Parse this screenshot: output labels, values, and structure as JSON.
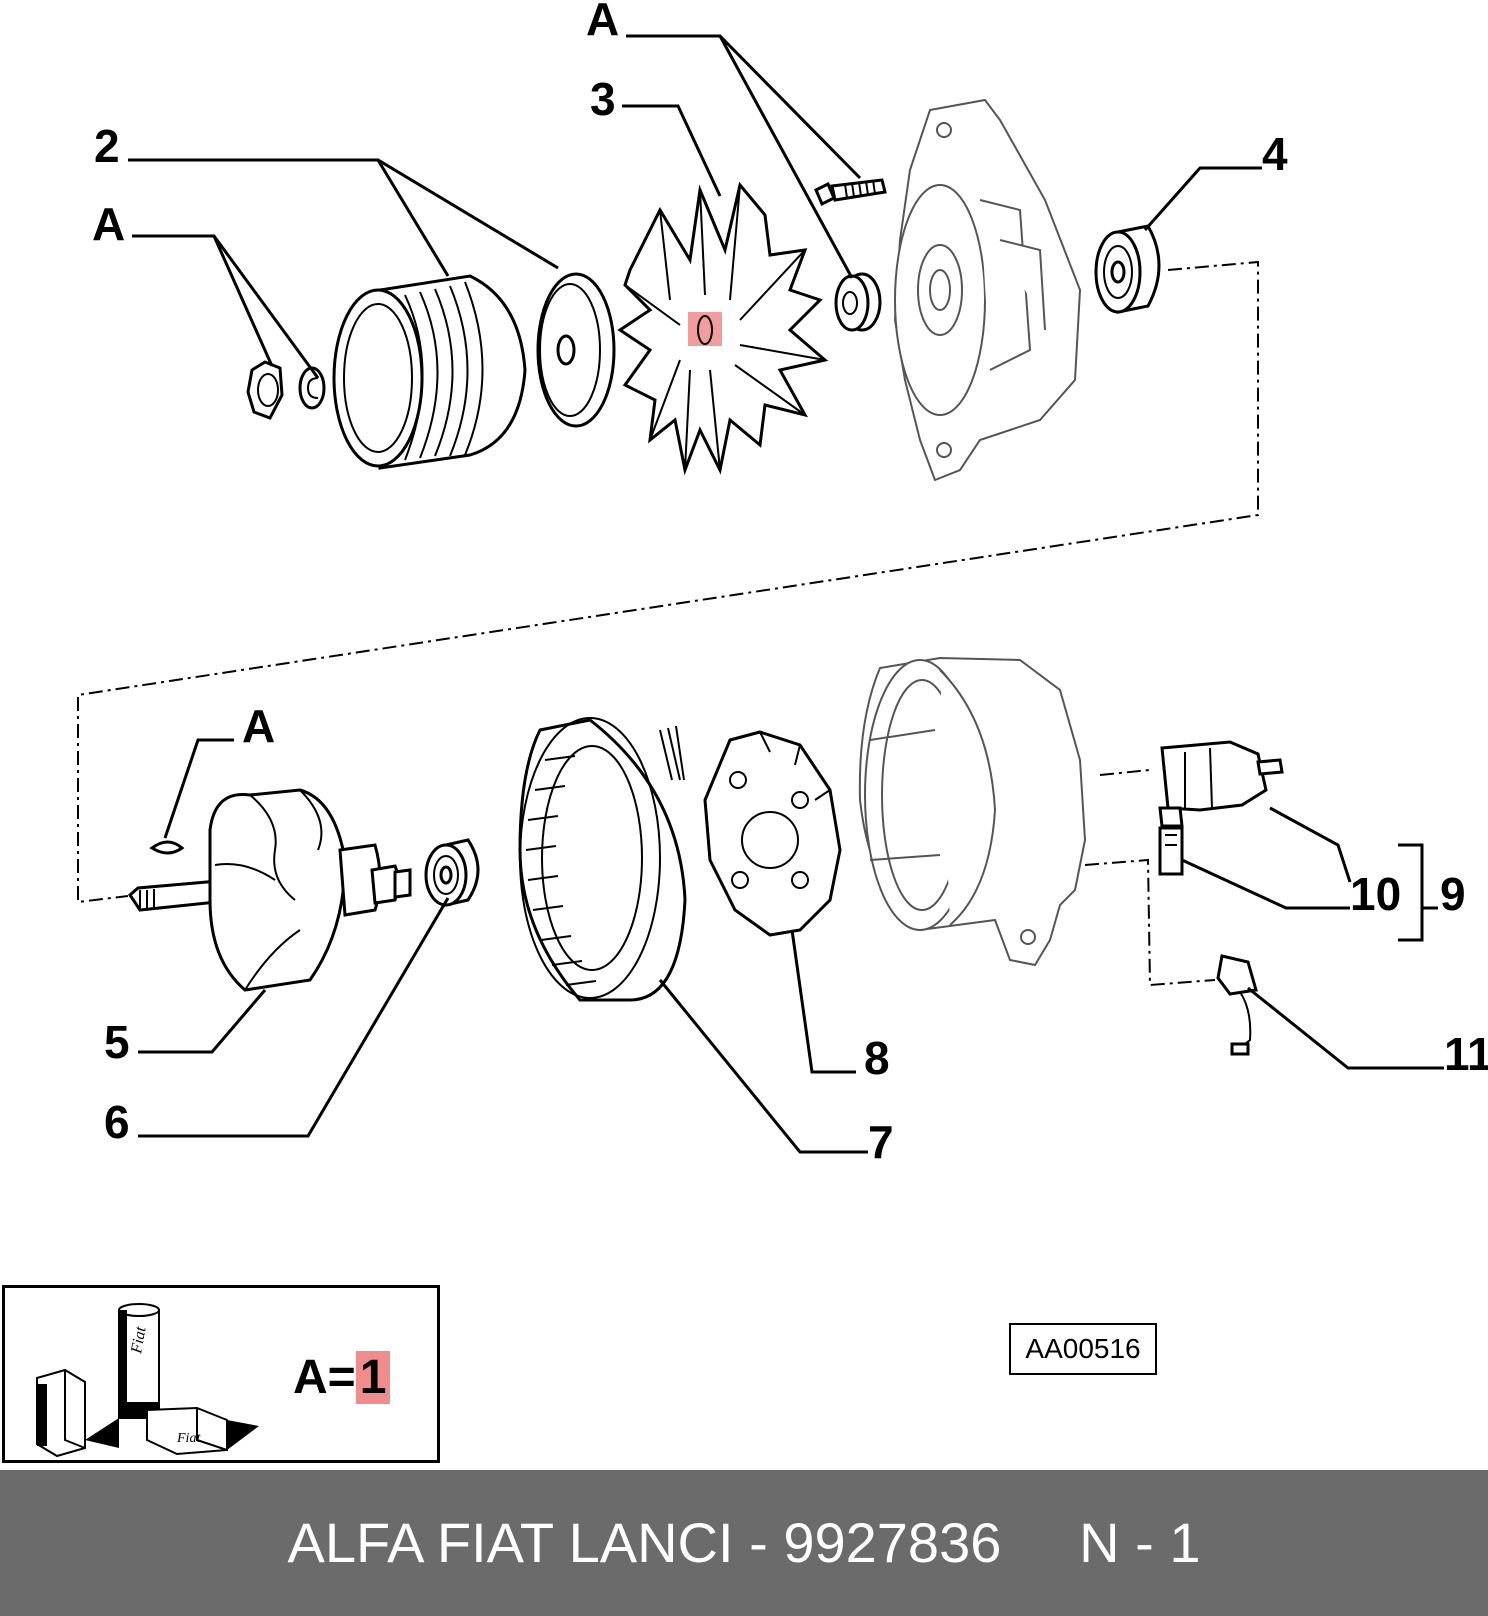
{
  "callouts": {
    "a_top": "A",
    "three": "3",
    "two": "2",
    "a_left": "A",
    "four": "4",
    "a_rotor": "A",
    "five": "5",
    "six": "6",
    "seven": "7",
    "eight": "8",
    "ten": "10",
    "nine": "9",
    "eleven": "11"
  },
  "legend": {
    "label": "A=",
    "quantity": "1",
    "can_text": "Fiat",
    "box_text": "Fiat"
  },
  "reference_code": "AA00516",
  "footer": {
    "brand": "ALFA FIAT LANCI",
    "separator": "-",
    "part_number": "9927836",
    "quantity_label": "N - 1"
  },
  "colors": {
    "highlight": "#f08c8c",
    "footer_background": "#6b6b6b",
    "footer_text": "#ffffff"
  }
}
